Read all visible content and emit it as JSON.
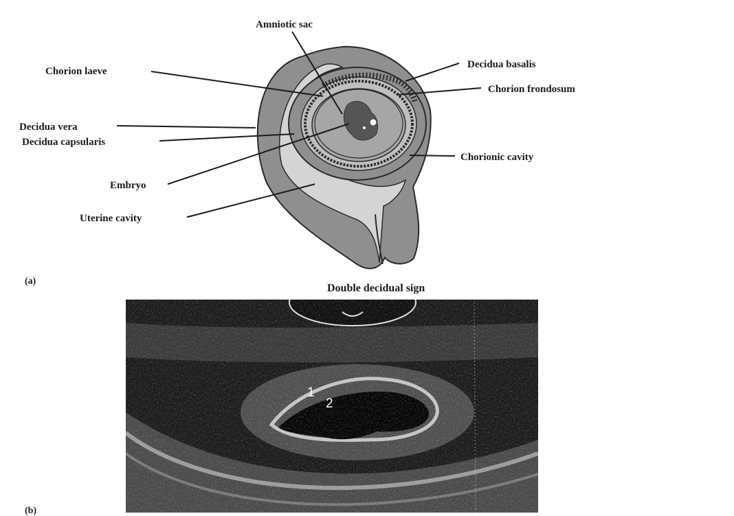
{
  "panel_a": {
    "panel_label": "(a)",
    "labels": {
      "amniotic_sac": "Amniotic sac",
      "chorion_laeve": "Chorion laeve",
      "decidua_basalis": "Decidua basalis",
      "chorion_frondosum": "Chorion frondosum",
      "decidua_vera": "Decidua vera",
      "decidua_capsularis": "Decidua capsularis",
      "chorionic_cavity": "Chorionic cavity",
      "embryo": "Embryo",
      "uterine_cavity": "Uterine cavity"
    }
  },
  "panel_b": {
    "panel_label": "(b)",
    "caption": "Double decidual sign",
    "markers": [
      "1",
      "2"
    ]
  },
  "colors": {
    "decidua_gray": "#8f8f8f",
    "cavity_light": "#d4d4d4",
    "sac_gray": "#a6a6a6",
    "embryo_dark": "#555555",
    "ultrasound_bg": "#1c1c1c"
  }
}
